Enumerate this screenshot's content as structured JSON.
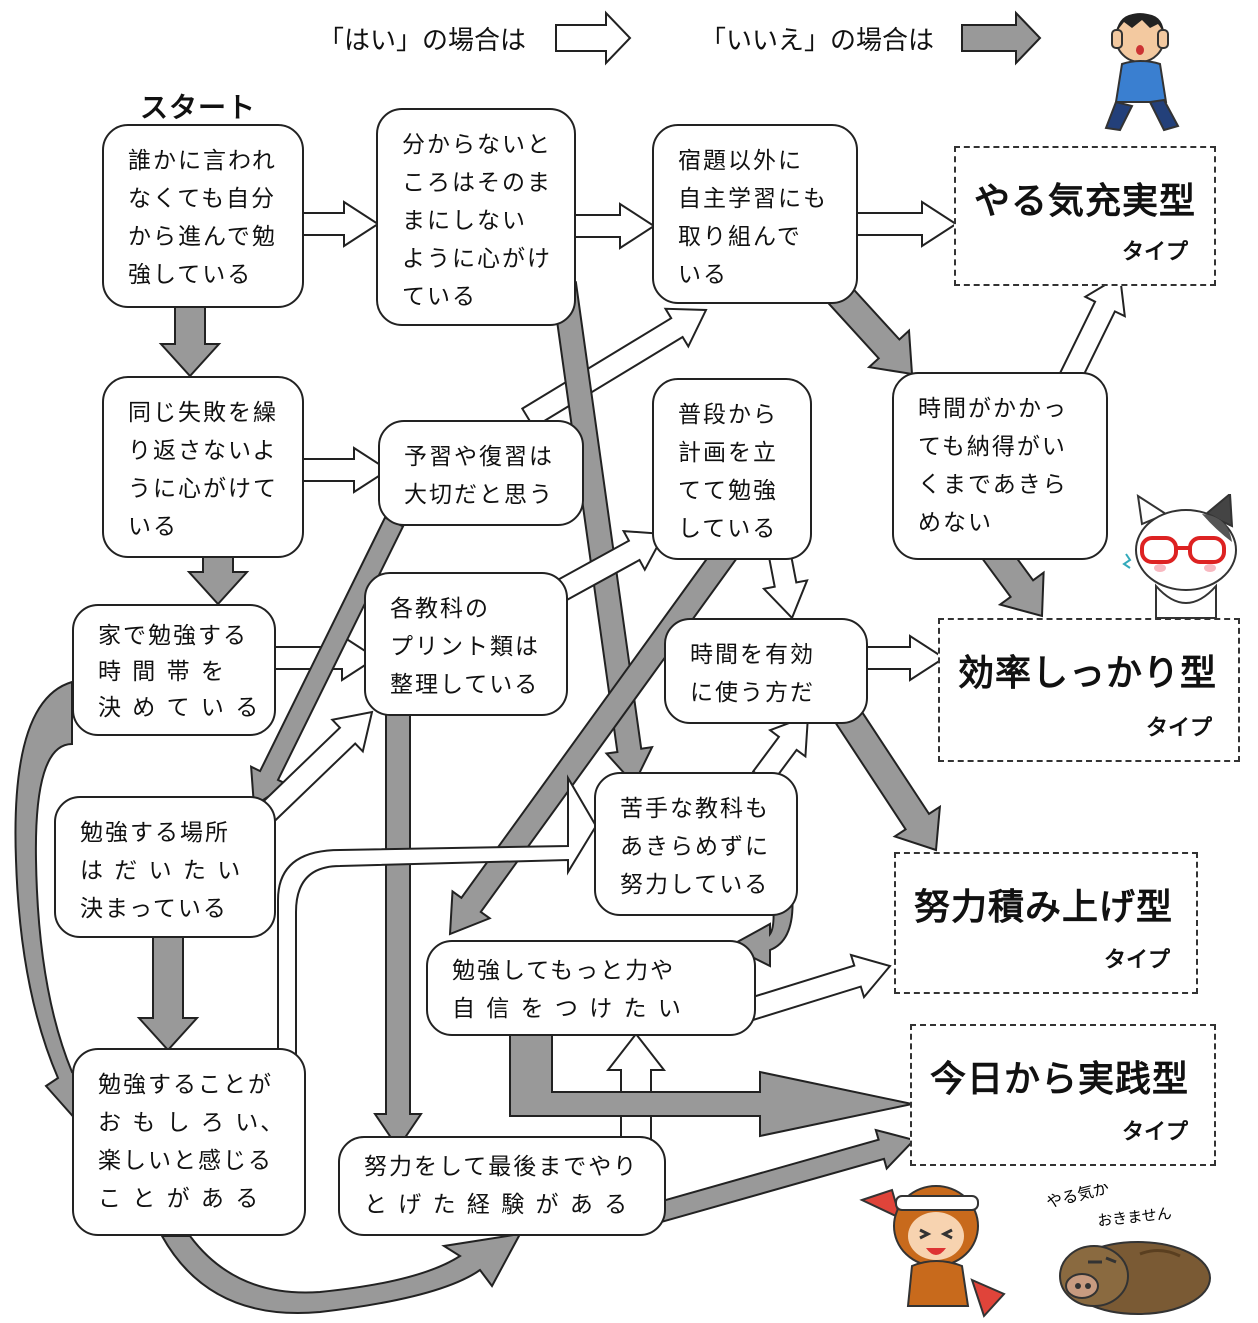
{
  "legend": {
    "yes": "「はい」の場合は",
    "no": "「いいえ」の場合は"
  },
  "start_label": "スタート",
  "nodes": [
    {
      "id": "n1",
      "text": "誰かに言われ\nなくても自分\nから進んで勉\n強している"
    },
    {
      "id": "n2",
      "text": "分からないと\nころはそのま\nまにしない\nように心がけ\nている"
    },
    {
      "id": "n3",
      "text": "宿題以外に\n自主学習にも\n取り組んで\nいる"
    },
    {
      "id": "n4",
      "text": "同じ失敗を繰\nり返さないよ\nうに心がけて\nいる"
    },
    {
      "id": "n5",
      "text": "予習や復習は\n大切だと思う"
    },
    {
      "id": "n6",
      "text": "普段から\n計画を立\nてて勉強\nしている"
    },
    {
      "id": "n7",
      "text": "時間がかかっ\nても納得がい\nくまであきら\nめない"
    },
    {
      "id": "n8",
      "text": "家で勉強する\n時 間 帯 を\n決 め て い る"
    },
    {
      "id": "n9",
      "text": "各教科の\nプリント類は\n整理している"
    },
    {
      "id": "n10",
      "text": "時間を有効\nに使う方だ"
    },
    {
      "id": "n11",
      "text": "勉強する場所\nは だ い た い\n決まっている"
    },
    {
      "id": "n12",
      "text": "苦手な教科も\nあきらめずに\n努力している"
    },
    {
      "id": "n13",
      "text": "勉強してもっと力や\n自 信 を つ け た い"
    },
    {
      "id": "n14",
      "text": "勉強することが\nお も し ろ い、\n楽しいと感じる\nこ と が あ る"
    },
    {
      "id": "n15",
      "text": "努力をして最後までやり\nと げ た 経 験 が あ る"
    }
  ],
  "results": [
    {
      "id": "r1",
      "title": "やる気充実型",
      "sub": "タイプ"
    },
    {
      "id": "r2",
      "title": "効率しっかり型",
      "sub": "タイプ"
    },
    {
      "id": "r3",
      "title": "努力積み上げ型",
      "sub": "タイプ"
    },
    {
      "id": "r4",
      "title": "今日から実践型",
      "sub": "タイプ"
    }
  ],
  "illustrations": {
    "boy_caption": "",
    "boar_caption": "やる気が\nおきません"
  },
  "colors": {
    "yes_arrow_fill": "#ffffff",
    "no_arrow_fill": "#999999",
    "stroke": "#222222"
  }
}
